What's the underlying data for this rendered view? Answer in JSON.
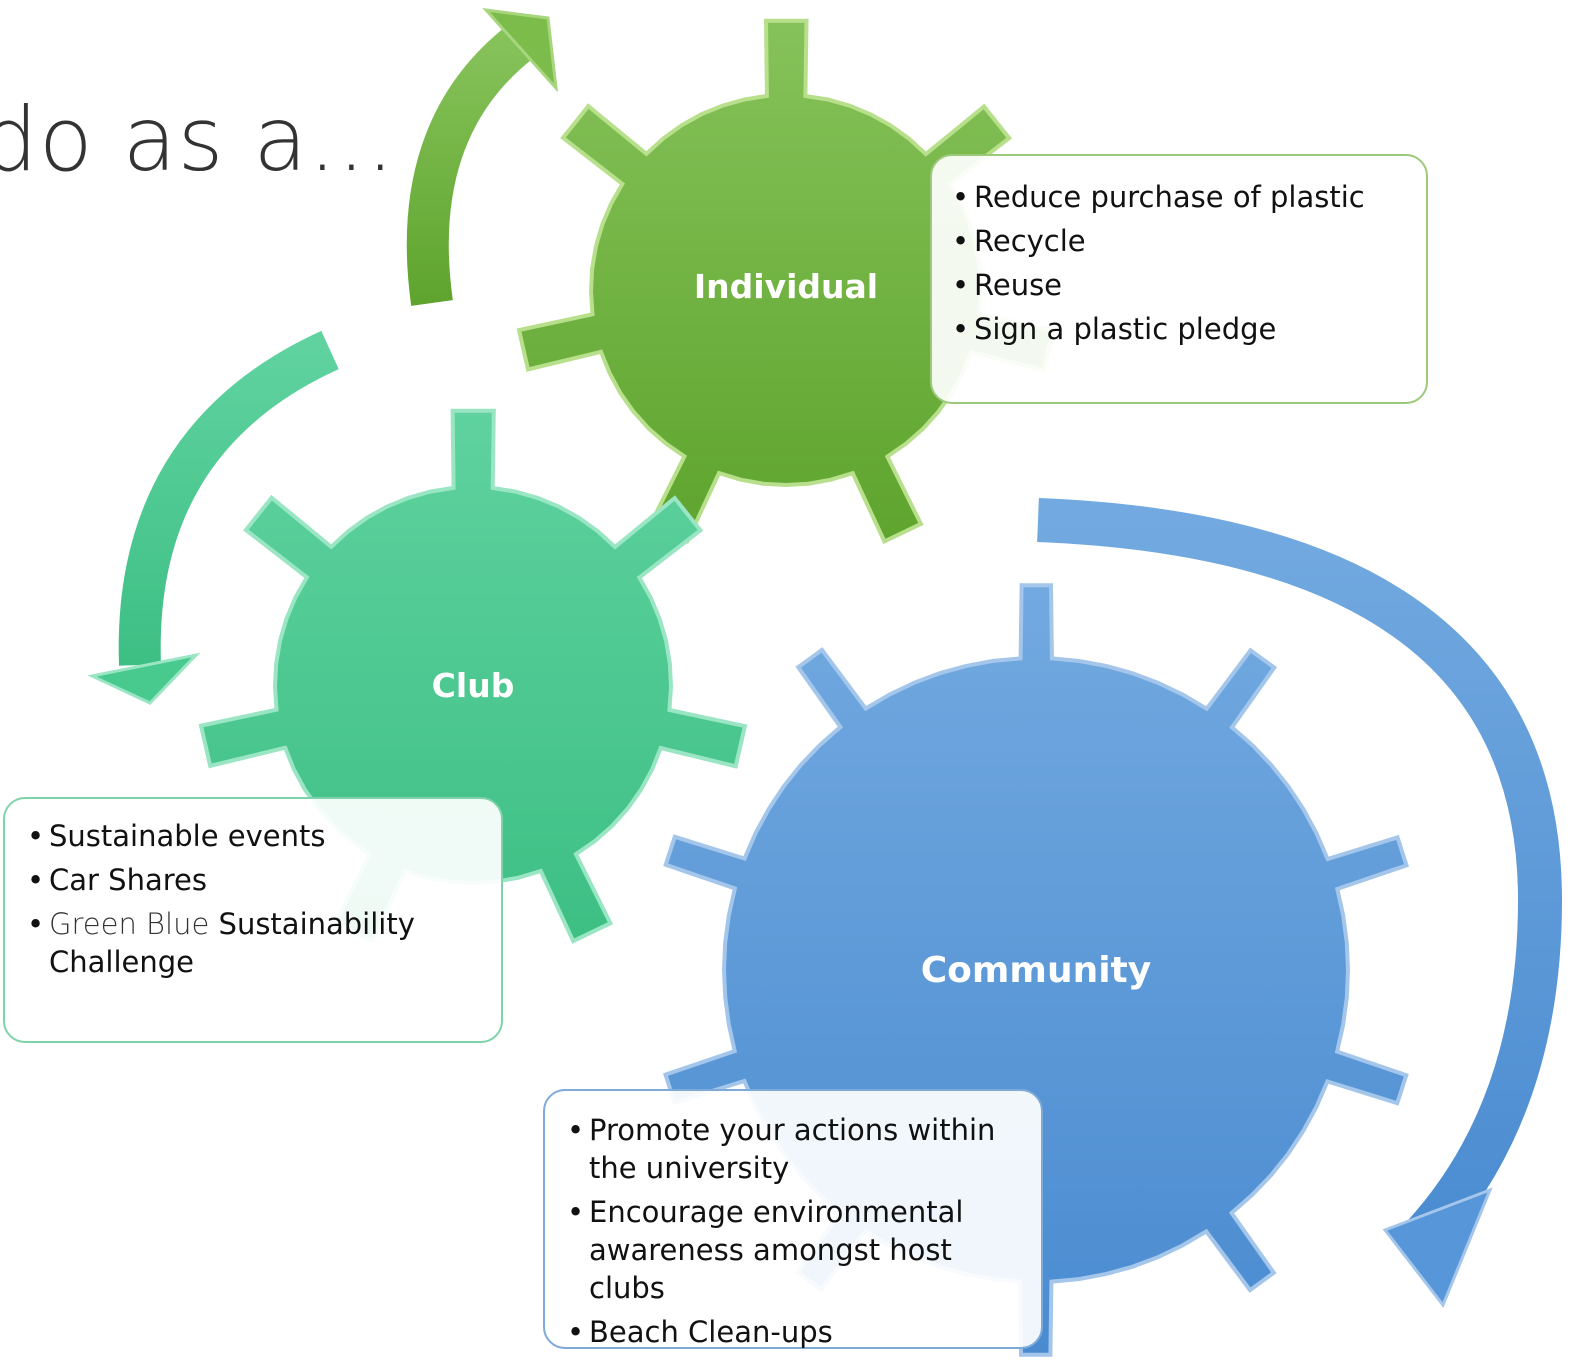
{
  "title": "do as a...",
  "colors": {
    "individual": "#6fae3e",
    "club": "#48c98e",
    "community": "#5796d8"
  },
  "gears": {
    "individual": {
      "label": "Individual",
      "items": [
        "Reduce purchase of plastic",
        "Recycle",
        "Reuse",
        "Sign a plastic pledge"
      ]
    },
    "club": {
      "label": "Club",
      "items": [
        "Sustainable events",
        "Car Shares"
      ],
      "item3_light": "Green Blue",
      "item3_rest": "Sustainability Challenge"
    },
    "community": {
      "label": "Community",
      "items": [
        "Promote your actions within the university",
        "Encourage environmental awareness amongst host clubs",
        "Beach Clean-ups"
      ]
    }
  }
}
